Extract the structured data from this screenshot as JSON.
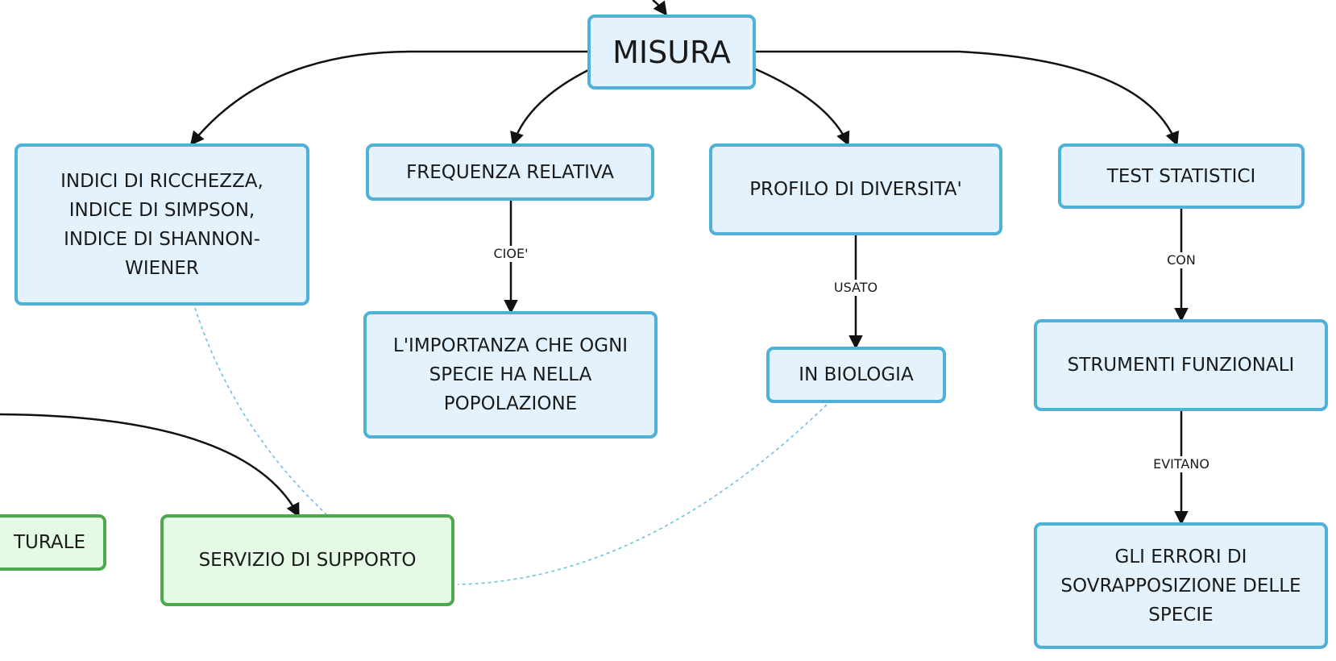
{
  "nodes": {
    "misura": "MISURA",
    "indici": "INDICI DI RICCHEZZA,\nINDICE DI SIMPSON,\nINDICE DI SHANNON-\nWIENER",
    "frequenza": "FREQUENZA RELATIVA",
    "profilo": "PROFILO DI DIVERSITA'",
    "test": "TEST STATISTICI",
    "importanza": "L'IMPORTANZA CHE OGNI\nSPECIE HA NELLA\nPOPOLAZIONE",
    "biologia": "IN BIOLOGIA",
    "strumenti": "STRUMENTI FUNZIONALI",
    "errori": "GLI ERRORI DI\nSOVRAPPOSIZIONE DELLE\nSPECIE",
    "turale": "TURALE",
    "servizio": "SERVIZIO DI SUPPORTO"
  },
  "links": {
    "cioe": "CIOE'",
    "usato": "USATO",
    "con": "CON",
    "evitano": "EVITANO"
  },
  "colors": {
    "blue_border": "#4fb1d7",
    "blue_fill": "#e3f2fd",
    "green_border": "#4fa84f",
    "green_fill": "#e4fae4",
    "dotted_link": "#6cc0e3"
  }
}
